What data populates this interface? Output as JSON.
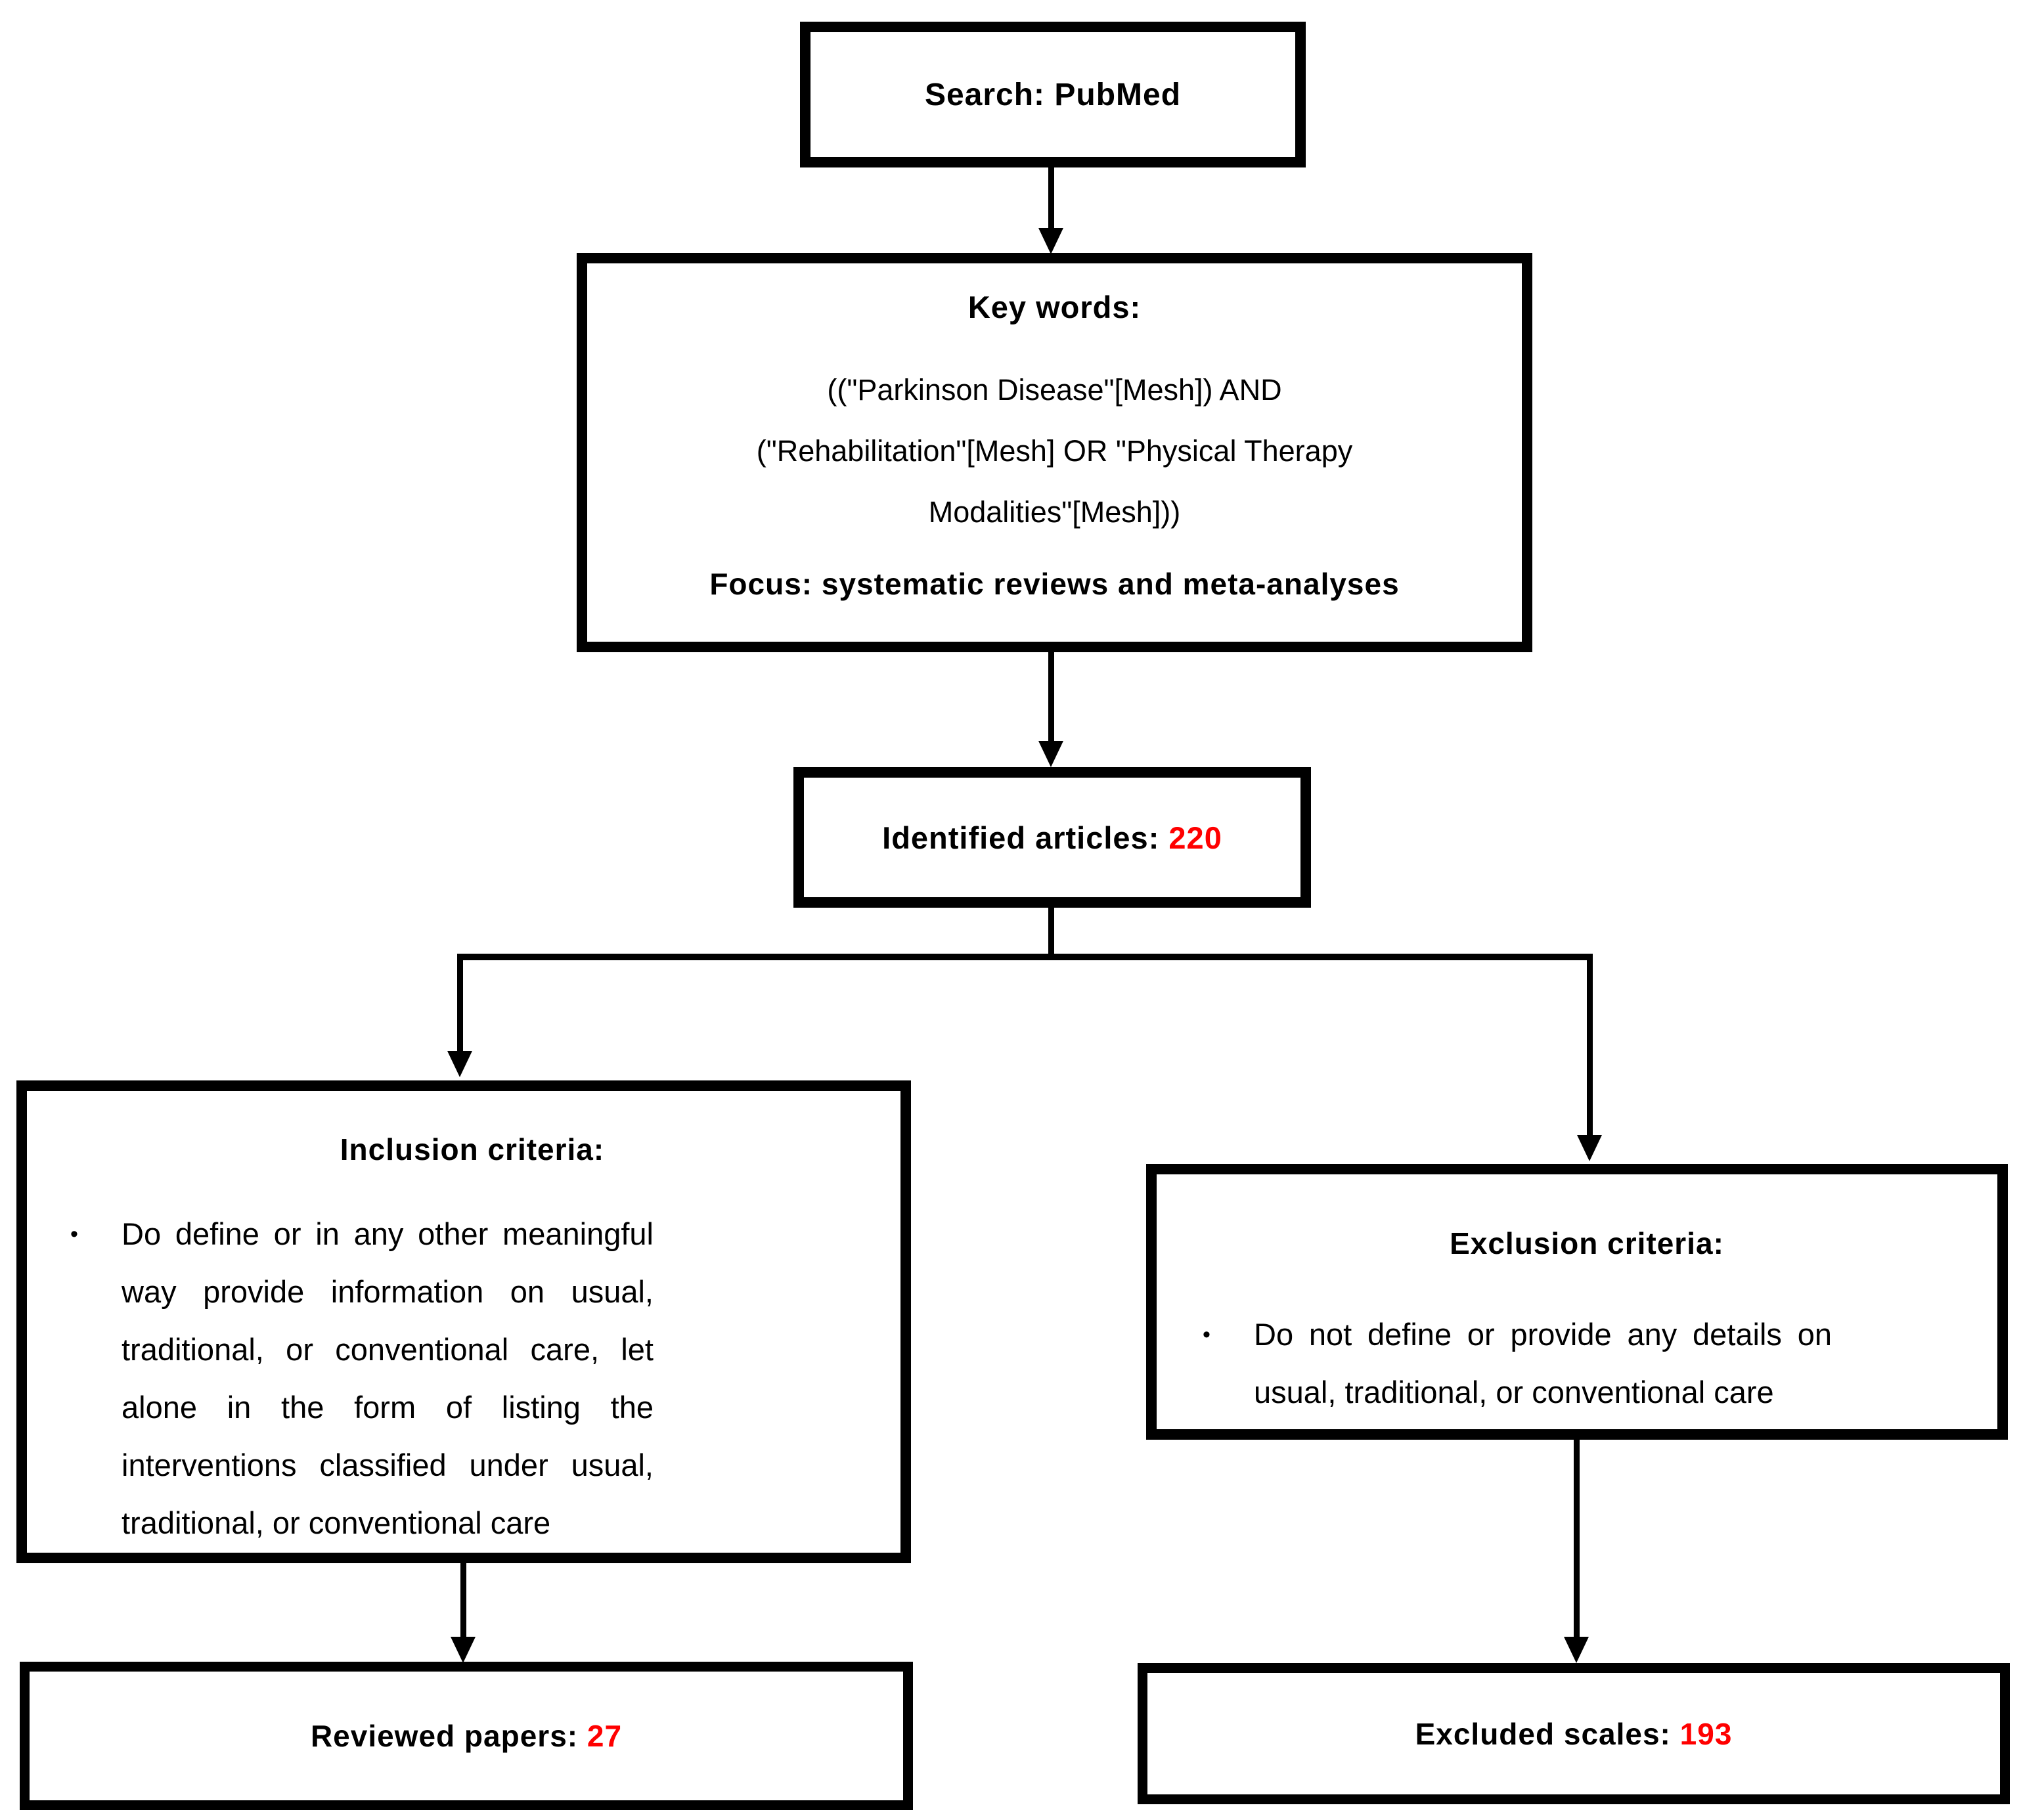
{
  "colors": {
    "line": "#000000",
    "text": "#000000",
    "highlight_red": "#ff0000",
    "background": "#ffffff"
  },
  "flowchart": {
    "bullet_marker": "•",
    "search_box": {
      "text": "Search: PubMed"
    },
    "keywords_box": {
      "heading": "Key words:",
      "query": "((\"Parkinson Disease\"[Mesh]) AND\n(\"Rehabilitation\"[Mesh] OR \"Physical Therapy\nModalities\"[Mesh]))",
      "focus": "Focus: systematic reviews and meta-analyses"
    },
    "identified_box": {
      "label": "Identified articles: ",
      "count": "220"
    },
    "inclusion_box": {
      "heading": "Inclusion criteria:",
      "bullet": "Do define or in any other meaningful way provide information on usual, traditional, or conventional care, let alone in the form of listing the interventions classified under usual, traditional, or conventional care"
    },
    "exclusion_box": {
      "heading": "Exclusion criteria:",
      "bullet": "Do not define or provide any details on usual, traditional, or conventional care"
    },
    "reviewed_box": {
      "label": "Reviewed papers: ",
      "count": "27"
    },
    "excluded_box": {
      "label": "Excluded scales: ",
      "count": "193"
    }
  }
}
